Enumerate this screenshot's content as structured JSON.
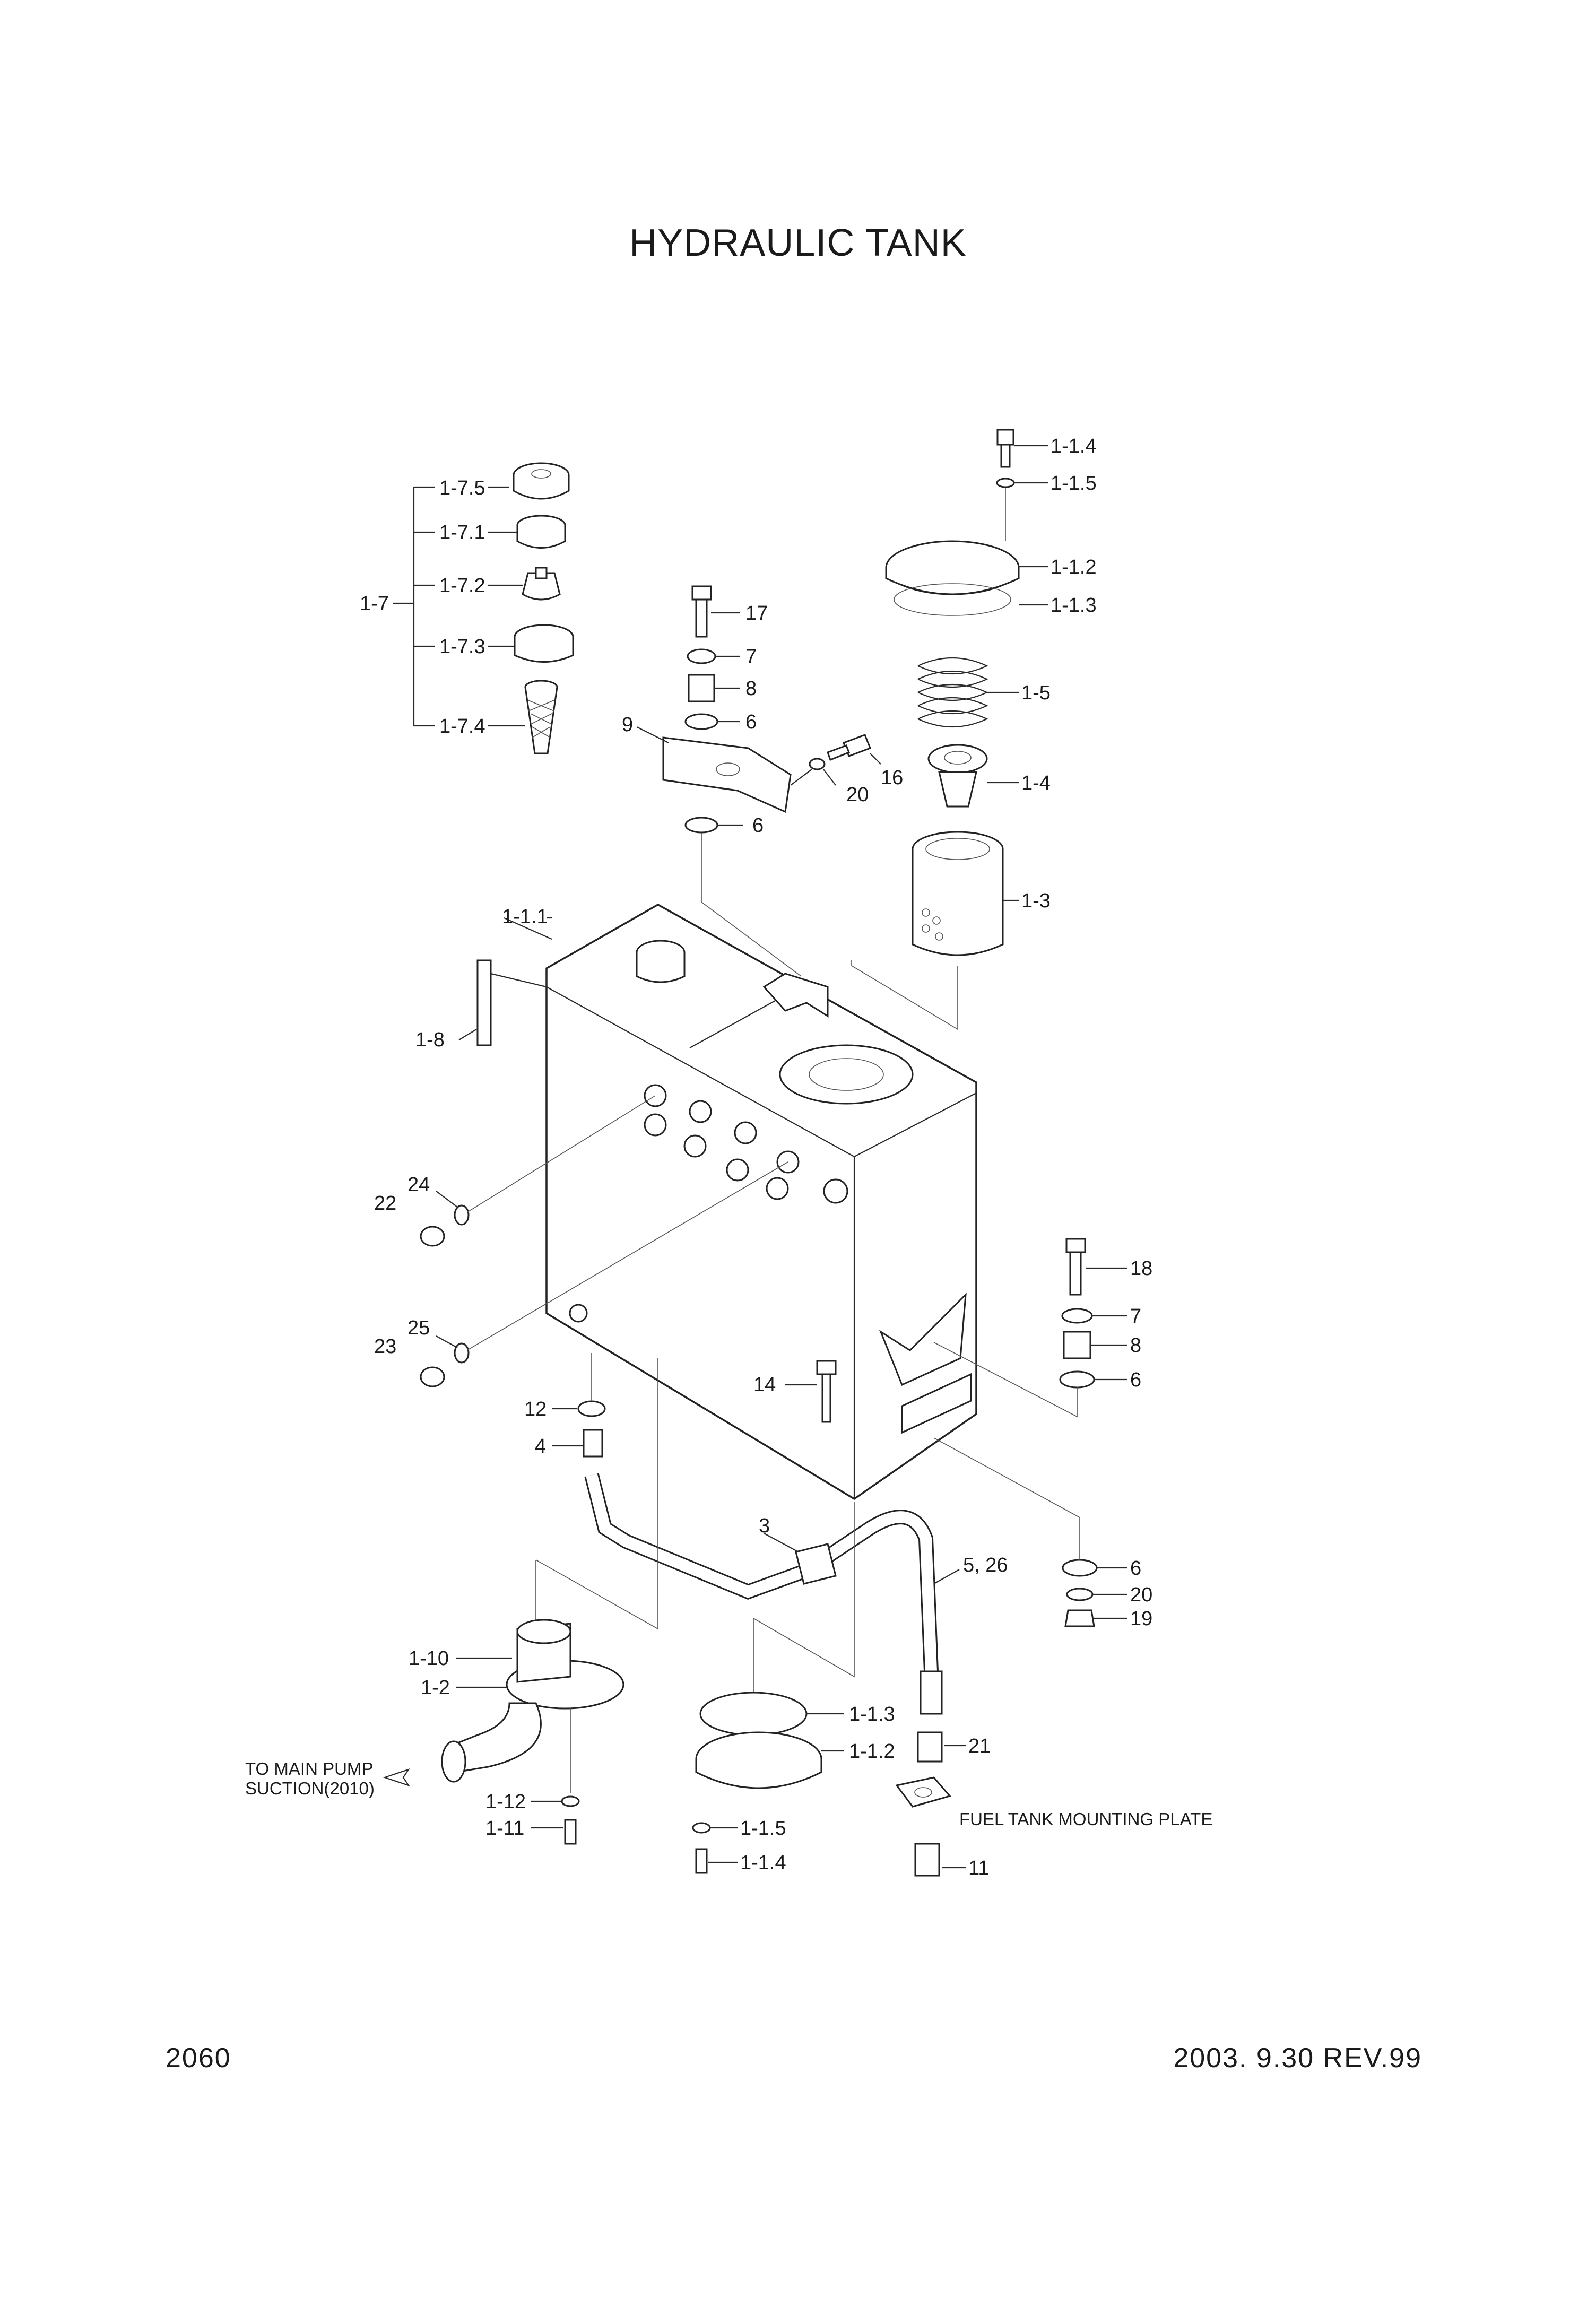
{
  "title": "HYDRAULIC TANK",
  "footer": {
    "page_number": "2060",
    "date_rev": "2003. 9.30  REV.99"
  },
  "labels": {
    "l_1_7_5": "1-7.5",
    "l_1_7_1": "1-7.1",
    "l_1_7_2": "1-7.2",
    "l_1_7": "1-7",
    "l_1_7_3": "1-7.3",
    "l_1_7_4": "1-7.4",
    "l_17": "17",
    "l_7a": "7",
    "l_8a": "8",
    "l_6a": "6",
    "l_9": "9",
    "l_16": "16",
    "l_20a": "20",
    "l_6b": "6",
    "l_1_1_4a": "1-1.4",
    "l_1_1_5a": "1-1.5",
    "l_1_1_2a": "1-1.2",
    "l_1_1_3a": "1-1.3",
    "l_1_5": "1-5",
    "l_1_4": "1-4",
    "l_1_3": "1-3",
    "l_1_1_1": "1-1.1",
    "l_1_8": "1-8",
    "l_24": "24",
    "l_22": "22",
    "l_25": "25",
    "l_23": "23",
    "l_18": "18",
    "l_7b": "7",
    "l_8b": "8",
    "l_6c": "6",
    "l_14": "14",
    "l_12": "12",
    "l_4": "4",
    "l_3": "3",
    "l_5_26": "5, 26",
    "l_6d": "6",
    "l_20b": "20",
    "l_19": "19",
    "l_1_10": "1-10",
    "l_1_2": "1-2",
    "l_1_1_3b": "1-1.3",
    "l_1_1_2b": "1-1.2",
    "l_21": "21",
    "l_fuel_plate": "FUEL TANK MOUNTING PLATE",
    "l_to_main_1": "TO MAIN PUMP",
    "l_to_main_2": "SUCTION(2010)",
    "l_1_12": "1-12",
    "l_1_11": "1-11",
    "l_1_1_5b": "1-1.5",
    "l_1_1_4b": "1-1.4",
    "l_11": "11"
  }
}
